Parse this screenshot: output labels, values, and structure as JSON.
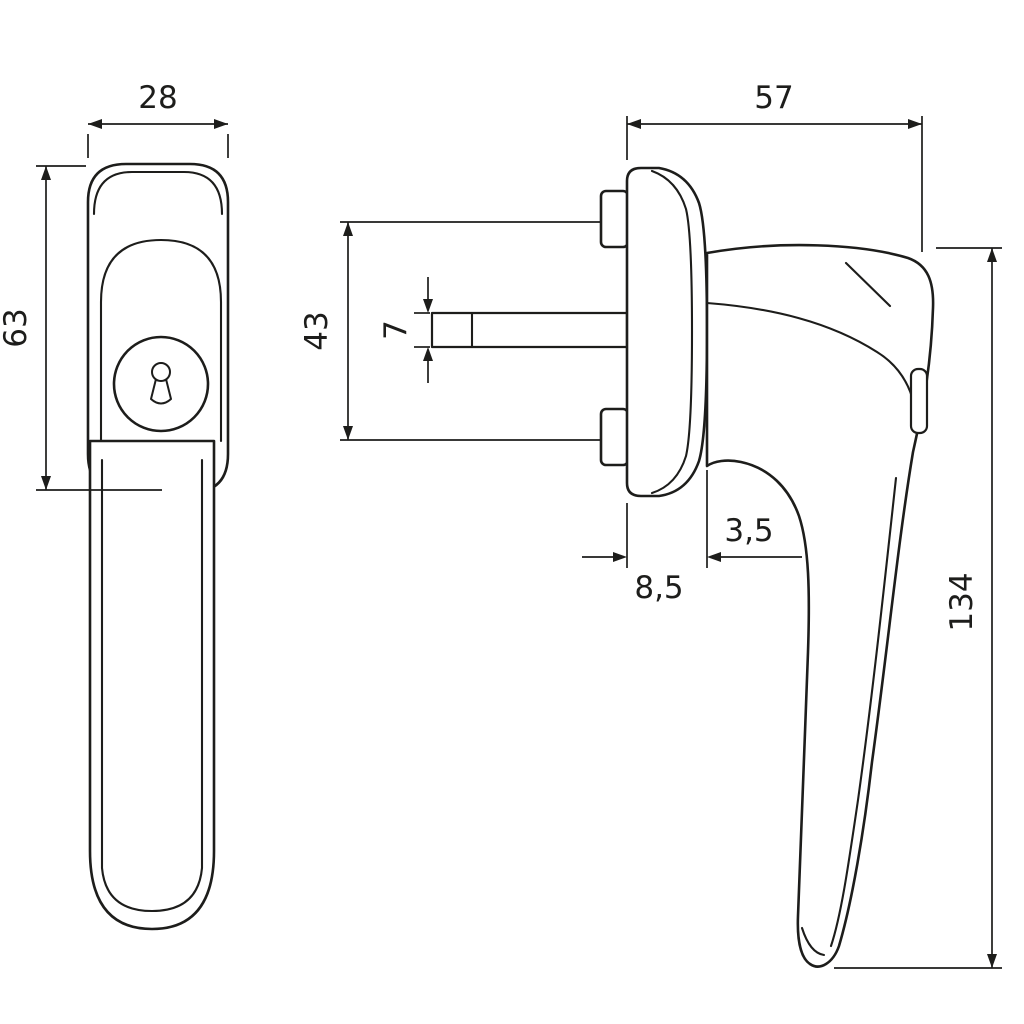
{
  "drawing": {
    "type": "technical-dimension-drawing",
    "subject": "lockable window handle, front and side views",
    "background_color": "#ffffff",
    "line_color": "#1d1d1b"
  },
  "dimensions": {
    "front_width": "28",
    "front_rosette_height": "63",
    "side_depth": "57",
    "screw_hole_spacing": "43",
    "spindle_size": "7",
    "cover_gap": "3,5",
    "base_offset": "8,5",
    "handle_length": "134"
  }
}
